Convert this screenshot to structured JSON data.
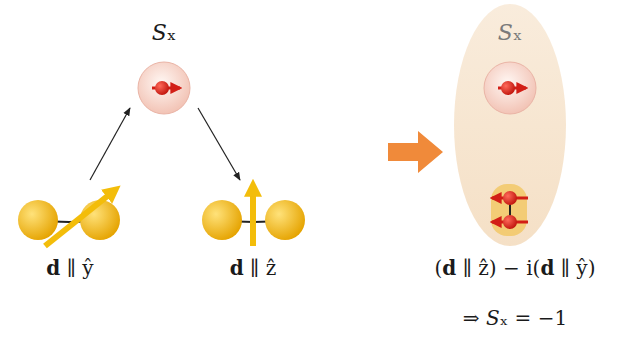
{
  "diagram": {
    "nodes": [
      {
        "text": [
          "Sₓ"
        ]
      },
      {
        "text": [
          "d ∥ ŷ"
        ]
      },
      {
        "text": [
          "d ∥ ẑ"
        ]
      },
      {
        "text": [
          "Sₓ"
        ]
      }
    ],
    "edges": [
      {
        "from": 1,
        "to": 0,
        "arrow": "to"
      },
      {
        "from": 0,
        "to": 2,
        "arrow": "to"
      }
    ],
    "labels": [
      "(d ∥ ẑ) − i(d ∥ ŷ)",
      "⇒ Sₓ = −1"
    ]
  }
}
